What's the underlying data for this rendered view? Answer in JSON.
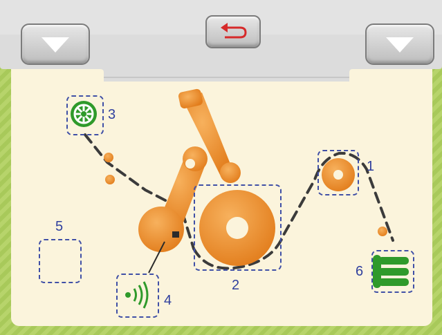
{
  "toolbar": {
    "left_button_icon": "triangle-down-icon",
    "undo_button_icon": "undo-arrow-icon",
    "right_button_icon": "triangle-down-icon"
  },
  "labels": {
    "slot_1": "1",
    "slot_2": "2",
    "slot_3": "3",
    "slot_4": "4",
    "slot_5": "5",
    "slot_6": "6"
  },
  "colors": {
    "orange": "#ef8c2a",
    "green": "#2f9a2b",
    "slot_border": "#3f4fa6",
    "undo_red": "#d62a2a"
  },
  "icons": {
    "slot_3": "green-wheel-icon",
    "slot_4": "wireless-signal-icon",
    "slot_6": "green-pipes-icon"
  }
}
